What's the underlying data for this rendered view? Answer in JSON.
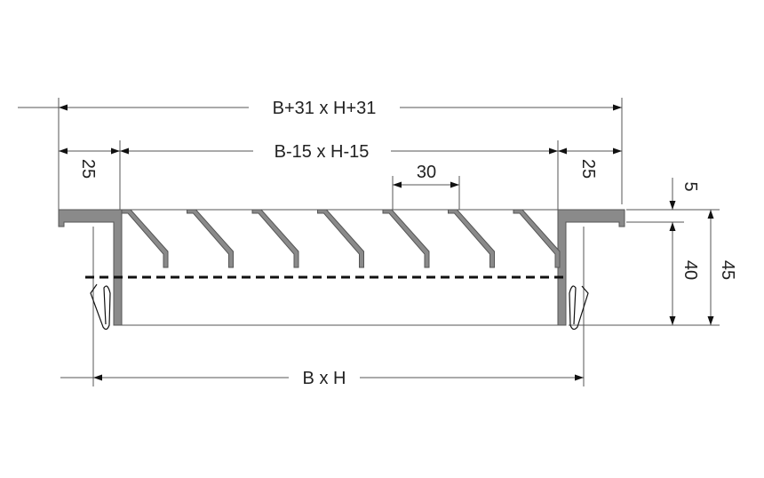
{
  "dimensions": {
    "overall": "B+31 x H+31",
    "inner": "B-15 x H-15",
    "left_flange": "25",
    "right_flange": "25",
    "blade_pitch": "30",
    "flange_thickness": "5",
    "body_depth": "40",
    "total_depth": "45",
    "opening": "B x H"
  }
}
